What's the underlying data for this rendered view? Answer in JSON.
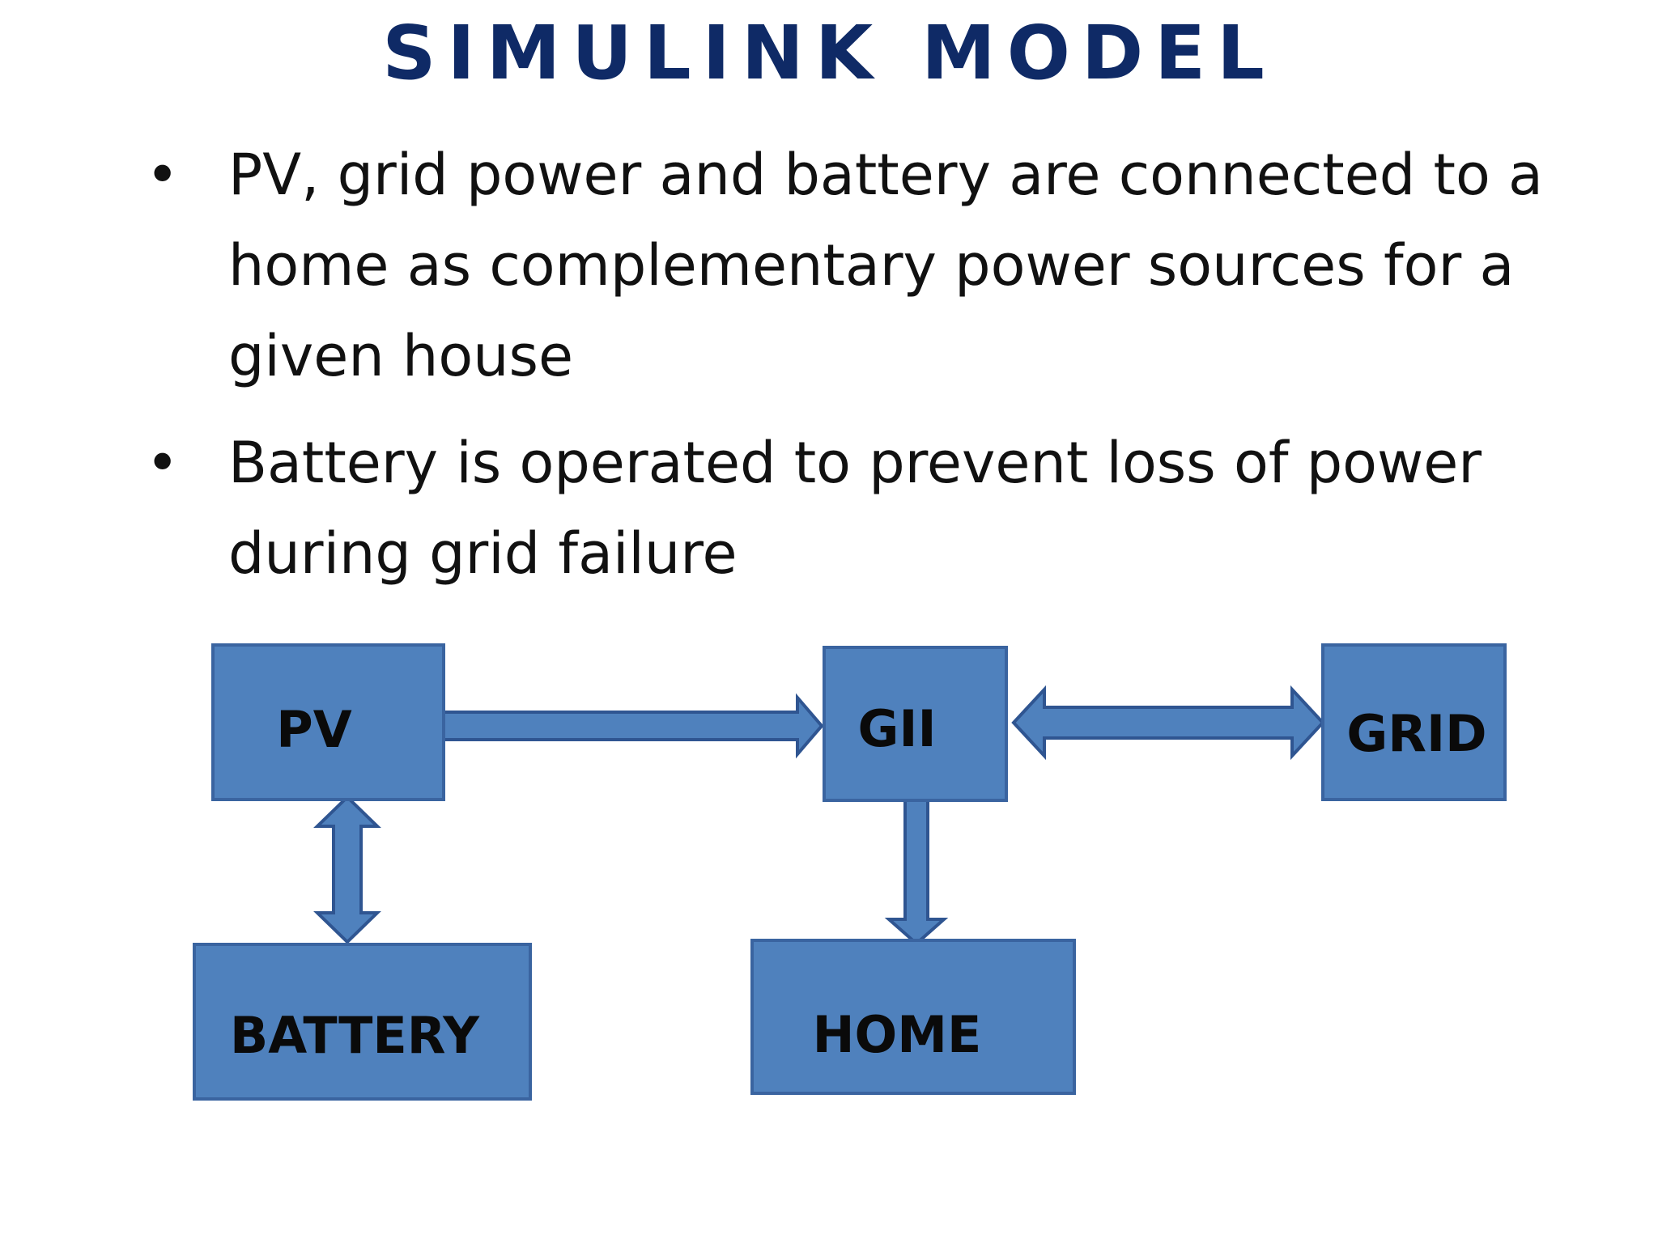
{
  "title": "SIMULINK MODEL",
  "bullets": [
    {
      "text": "PV, grid power and battery are connected to a home as complementary power sources for a given house"
    },
    {
      "text": "Battery is operated to prevent loss of power during grid failure"
    }
  ],
  "diagram": {
    "blocks": {
      "pv": "PV",
      "gii": "GII",
      "grid": "GRID",
      "battery": "BATTERY",
      "home": "HOME"
    },
    "connections": [
      {
        "from": "PV",
        "to": "GII",
        "direction": "one-way"
      },
      {
        "from": "GII",
        "to": "GRID",
        "direction": "two-way"
      },
      {
        "from": "PV",
        "to": "BATTERY",
        "direction": "two-way"
      },
      {
        "from": "GII",
        "to": "HOME",
        "direction": "one-way"
      }
    ]
  },
  "colors": {
    "title": "#0f2a66",
    "block_fill": "#4f81bd",
    "block_border": "#3a64a0",
    "arrow_fill": "#4f81bd",
    "arrow_border": "#2f5591"
  }
}
